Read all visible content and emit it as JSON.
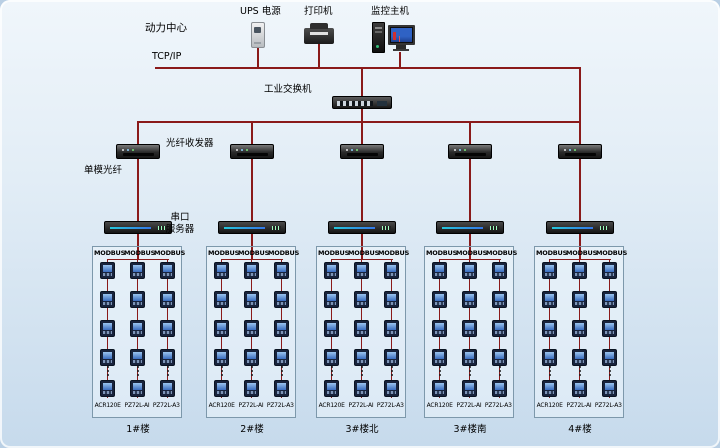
{
  "title": "动力中心",
  "top_devices": [
    {
      "label": "UPS 电源",
      "icon": "ups-icon"
    },
    {
      "label": "打印机",
      "icon": "printer-icon"
    },
    {
      "label": "监控主机",
      "icon": "monitor-host-icon"
    }
  ],
  "network": {
    "tcpip_label": "TCP/IP",
    "switch_label": "工业交换机",
    "fiber_transceiver_label": "光纤收发器",
    "single_mode_fiber_label": "单模光纤",
    "serial_server_label_1": "串口",
    "serial_server_label_2": "服务器"
  },
  "meter_box": {
    "column_header": "MODBUS",
    "models": [
      "ACR120E",
      "PZ72L-AI",
      "PZ72L-A3"
    ]
  },
  "groups": [
    {
      "building": "1#楼"
    },
    {
      "building": "2#楼"
    },
    {
      "building": "3#楼北"
    },
    {
      "building": "3#楼南"
    },
    {
      "building": "4#楼"
    }
  ],
  "colors": {
    "connection_line": "#8a1a1a",
    "meter_screen": "#4f86cf",
    "background_top": "#f0f6fb",
    "background_bottom": "#c6daec"
  }
}
